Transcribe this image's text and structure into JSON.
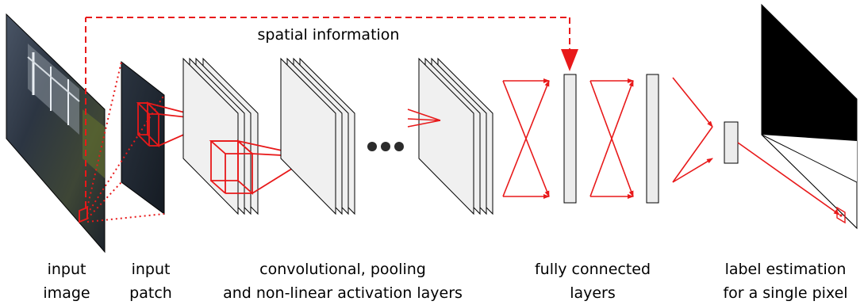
{
  "diagram": {
    "spatial_label": "spatial information",
    "labels": {
      "input_image": [
        "input",
        "image"
      ],
      "input_patch": [
        "input",
        "patch"
      ],
      "conv_layers": [
        "convolutional, pooling",
        "and non-linear activation layers"
      ],
      "fc_layers": [
        "fully connected",
        "layers"
      ],
      "label_estimation": [
        "label estimation",
        "for a single pixel"
      ]
    }
  },
  "colors": {
    "accent": "#e8191a",
    "line": "#000000",
    "layer_fill": "#f0f0f0",
    "fc_fill": "#ececec",
    "output_fill": "#000000"
  }
}
